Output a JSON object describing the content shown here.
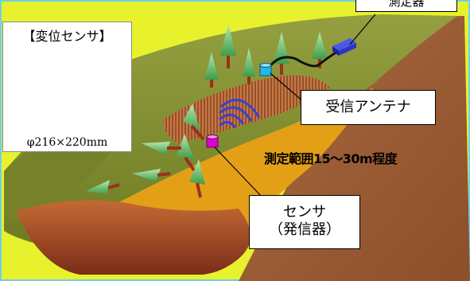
{
  "photo": {
    "title": "【変位センサ】",
    "caption": "φ216×220mm"
  },
  "labels": {
    "measuring_device": "測定器",
    "receiver_antenna": "受信アンテナ",
    "measurement_range": "測定範囲15〜30m程度",
    "sensor_line1": "センサ",
    "sensor_line2": "（発信器）"
  },
  "colors": {
    "background_yellow": "#e8f22c",
    "slope_green": "#7f8a2c",
    "soil_brown": "#9a5a35",
    "slip_zone": "#b86e3c",
    "sliding_layer": "#e3a017",
    "sensor_magenta": "#e000d2",
    "antenna_cyan": "#20b8f0",
    "signal_blue": "#3a3fd6",
    "device_blue": "#2a36c8"
  }
}
